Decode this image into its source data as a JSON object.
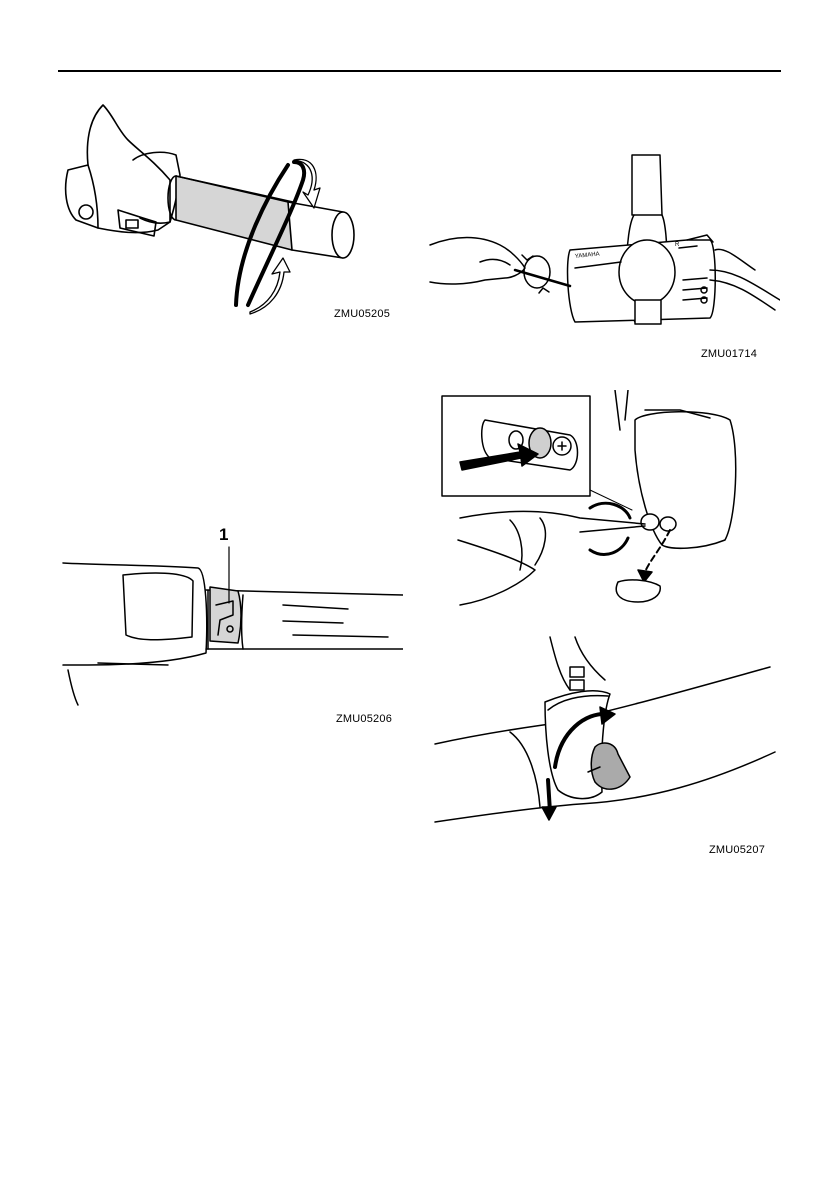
{
  "figures": {
    "grip": {
      "code": "ZMU05205"
    },
    "remote_box": {
      "code": "ZMU01714",
      "box_label": "YAMAHA",
      "direction_label": "R"
    },
    "friction_screw": {
      "code": "ZMU05206",
      "callout": "1"
    },
    "screw_cap": {},
    "tiller_knob": {
      "code": "ZMU05207"
    }
  }
}
